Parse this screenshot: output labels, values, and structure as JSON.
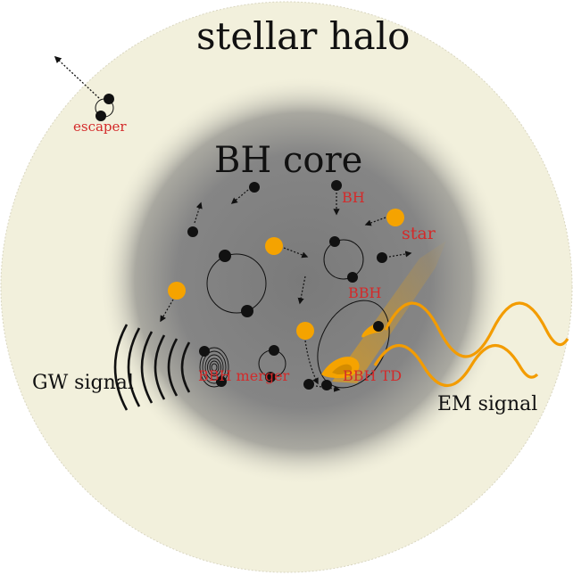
{
  "labels": {
    "stellar_halo": "stellar halo",
    "bh_core": "BH core",
    "escaper": "escaper",
    "bh": "BH",
    "star": "star",
    "bbh": "BBH",
    "bbh_merger": "BBH merger",
    "bbh_td": "BBH TD",
    "gw_signal": "GW signal",
    "em_signal": "EM signal"
  },
  "colors": {
    "halo": "#f2f0dc",
    "core": "#888888",
    "black_hole": "#111111",
    "star": "#f5a300",
    "red_label": "#d42a2a",
    "em_wave": "#f39c00"
  }
}
